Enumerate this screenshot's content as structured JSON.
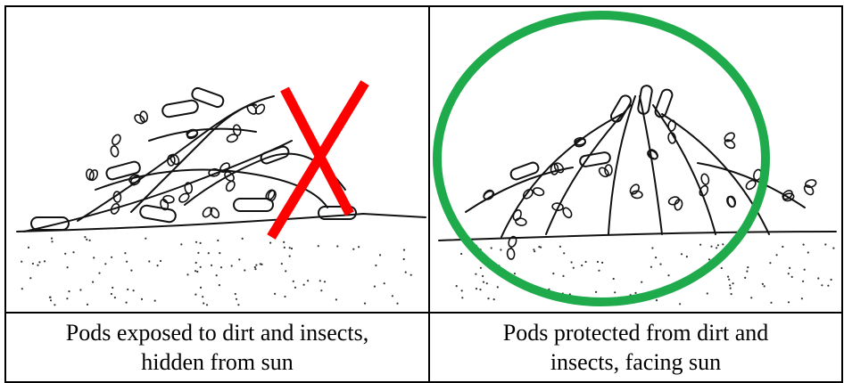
{
  "panels": [
    {
      "caption": "Pods exposed to dirt and insects,\nhidden from sun",
      "verdict": "incorrect",
      "mark_color": "#ff0000"
    },
    {
      "caption": "Pods protected from dirt and\ninsects, facing sun",
      "verdict": "correct",
      "mark_color": "#1fab4c"
    }
  ]
}
